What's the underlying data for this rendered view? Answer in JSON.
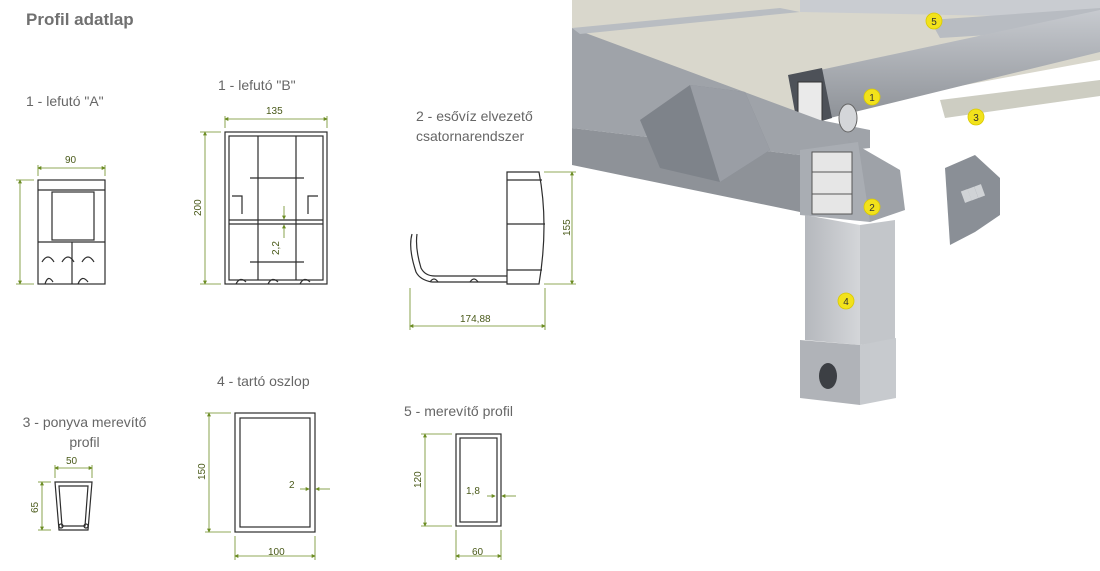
{
  "page": {
    "title": "Profil adatlap"
  },
  "profiles": [
    {
      "id": "1a",
      "label": "1 - lefutó \"A\"",
      "dims": {
        "width": "90"
      }
    },
    {
      "id": "1b",
      "label": "1 - lefutó \"B\"",
      "dims": {
        "width": "135",
        "height": "200",
        "wall": "2,2"
      }
    },
    {
      "id": "2",
      "label_line1": "2 - esővíz elvezető",
      "label_line2": "csatornarendszer",
      "dims": {
        "height": "155",
        "width": "174,88"
      }
    },
    {
      "id": "3",
      "label_line1": "3 - ponyva merevítő",
      "label_line2": "profil",
      "dims": {
        "width": "50",
        "height": "65"
      }
    },
    {
      "id": "4",
      "label": "4 - tartó oszlop",
      "dims": {
        "height": "150",
        "wall": "2",
        "width": "100"
      }
    },
    {
      "id": "5",
      "label": "5 - merevítő profil",
      "dims": {
        "height": "120",
        "wall": "1,8",
        "width": "60"
      }
    }
  ],
  "photo": {
    "markers": [
      "1",
      "2",
      "3",
      "4",
      "5"
    ],
    "side_plate_text": "███"
  },
  "colors": {
    "dim_line": "#6b8c22",
    "profile_stroke": "#2d2d2d",
    "marker_fill": "#f2e21b",
    "metal": "#a9adb3"
  }
}
